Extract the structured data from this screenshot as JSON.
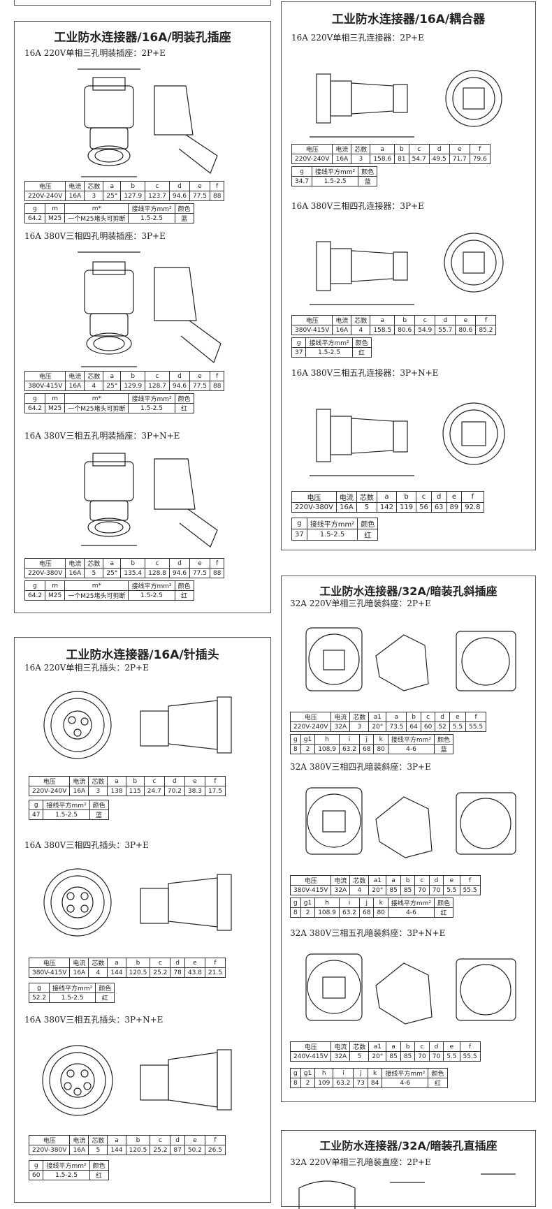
{
  "panels": {
    "p1": {
      "title": "工业防水连接器/16A/明装孔插座",
      "sections": [
        {
          "subtitle": "16A 220V单相三孔明装插座：2P+E",
          "row1": [
            "电压",
            "电流",
            "芯数",
            "a",
            "b",
            "c",
            "d",
            "e",
            "f"
          ],
          "row2": [
            "220V-240V",
            "16A",
            "3",
            "25°",
            "127.9",
            "123.7",
            "94.6",
            "77.5",
            "88"
          ],
          "row3": [
            "g",
            "m",
            "m*",
            "接线平方mm²",
            "颜色"
          ],
          "row4": [
            "64.2",
            "M25",
            "一个M25堵头可剪断",
            "1.5-2.5",
            "蓝"
          ]
        },
        {
          "subtitle": "16A 380V三相四孔明装插座：3P+E",
          "row1": [
            "电压",
            "电流",
            "芯数",
            "a",
            "b",
            "c",
            "d",
            "e",
            "f"
          ],
          "row2": [
            "380V-415V",
            "16A",
            "4",
            "25°",
            "129.9",
            "128.7",
            "94.6",
            "77.5",
            "88"
          ],
          "row3": [
            "g",
            "m",
            "m*",
            "接线平方mm²",
            "颜色"
          ],
          "row4": [
            "64.2",
            "M25",
            "一个M25堵头可剪断",
            "1.5-2.5",
            "红"
          ]
        },
        {
          "subtitle": "16A 380V三相五孔明装插座：3P+N+E",
          "row1": [
            "电压",
            "电流",
            "芯数",
            "a",
            "b",
            "c",
            "d",
            "e",
            "f"
          ],
          "row2": [
            "220V-380V",
            "16A",
            "5",
            "25°",
            "135.4",
            "128.8",
            "94.6",
            "77.5",
            "88"
          ],
          "row3": [
            "g",
            "m",
            "m*",
            "接线平方mm²",
            "颜色"
          ],
          "row4": [
            "64.2",
            "M25",
            "一个M25堵头可剪断",
            "1.5-2.5",
            "红"
          ]
        }
      ]
    },
    "p2": {
      "title": "工业防水连接器/16A/耦合器",
      "sections": [
        {
          "subtitle": "16A 220V单相三孔连接器：2P+E",
          "row1": [
            "电压",
            "电流",
            "芯数",
            "a",
            "b",
            "c",
            "d",
            "e",
            "f"
          ],
          "row2": [
            "220V-240V",
            "16A",
            "3",
            "158.6",
            "81",
            "54.7",
            "49.5",
            "71.7",
            "79.6"
          ],
          "row3": [
            "g",
            "接线平方mm²",
            "颜色"
          ],
          "row4": [
            "34.7",
            "1.5-2.5",
            "蓝"
          ]
        },
        {
          "subtitle": "16A 380V三相四孔连接器：3P+E",
          "row1": [
            "电压",
            "电流",
            "芯数",
            "a",
            "b",
            "c",
            "d",
            "e",
            "f"
          ],
          "row2": [
            "380V-415V",
            "16A",
            "4",
            "158.5",
            "80.6",
            "54.9",
            "55.7",
            "80.6",
            "85.2"
          ],
          "row3": [
            "g",
            "接线平方mm²",
            "颜色"
          ],
          "row4": [
            "37",
            "1.5-2.5",
            "红"
          ]
        },
        {
          "subtitle": "16A 380V三相五孔连接器：3P+N+E",
          "row1": [
            "电压",
            "电流",
            "芯数",
            "a",
            "b",
            "c",
            "d",
            "e",
            "f"
          ],
          "row2": [
            "220V-380V",
            "16A",
            "5",
            "142",
            "119",
            "56",
            "63",
            "89",
            "92.8"
          ],
          "row3": [
            "g",
            "接线平方mm²",
            "颜色"
          ],
          "row4": [
            "37",
            "1.5-2.5",
            "红"
          ]
        }
      ]
    },
    "p3": {
      "title": "工业防水连接器/16A/针插头",
      "sections": [
        {
          "subtitle": "16A 220V单相三孔插头：2P+E",
          "row1": [
            "电压",
            "电流",
            "芯数",
            "a",
            "b",
            "c",
            "d",
            "e",
            "f"
          ],
          "row2": [
            "220V-240V",
            "16A",
            "3",
            "138",
            "115",
            "24.7",
            "70.2",
            "38.3",
            "17.5"
          ],
          "row3": [
            "g",
            "接线平方mm²",
            "颜色"
          ],
          "row4": [
            "47",
            "1.5-2.5",
            "蓝"
          ]
        },
        {
          "subtitle": "16A 380V三相四孔插头：3P+E",
          "row1": [
            "电压",
            "电流",
            "芯数",
            "a",
            "b",
            "c",
            "d",
            "e",
            "f"
          ],
          "row2": [
            "380V-415V",
            "16A",
            "4",
            "144",
            "120.5",
            "25.2",
            "78",
            "43.8",
            "21.5"
          ],
          "row3": [
            "g",
            "接线平方mm²",
            "颜色"
          ],
          "row4": [
            "52.2",
            "1.5-2.5",
            "红"
          ]
        },
        {
          "subtitle": "16A 380V三相五孔插头：3P+N+E",
          "row1": [
            "电压",
            "电流",
            "芯数",
            "a",
            "b",
            "c",
            "d",
            "e",
            "f"
          ],
          "row2": [
            "220V-380V",
            "16A",
            "5",
            "144",
            "120.5",
            "25.2",
            "87",
            "50.2",
            "26.5"
          ],
          "row3": [
            "g",
            "接线平方mm²",
            "颜色"
          ],
          "row4": [
            "60",
            "1.5-2.5",
            "红"
          ]
        }
      ]
    },
    "p4": {
      "title": "工业防水连接器/32A/暗装孔斜插座",
      "sections": [
        {
          "subtitle": "32A 220V单相三孔暗装斜座：2P+E",
          "row1": [
            "电压",
            "电流",
            "芯数",
            "a1",
            "a",
            "b",
            "c",
            "d",
            "e",
            "f"
          ],
          "row2": [
            "220V-240V",
            "32A",
            "3",
            "20°",
            "73.5",
            "64",
            "60",
            "52",
            "5.5",
            "55.5"
          ],
          "row3": [
            "g",
            "g1",
            "h",
            "i",
            "j",
            "k",
            "接线平方mm²",
            "颜色"
          ],
          "row4": [
            "8",
            "2",
            "108.9",
            "63.2",
            "68",
            "80",
            "4-6",
            "蓝"
          ]
        },
        {
          "subtitle": "32A 380V三相四孔暗装斜座：3P+E",
          "row1": [
            "电压",
            "电流",
            "芯数",
            "a1",
            "a",
            "b",
            "c",
            "d",
            "e",
            "f"
          ],
          "row2": [
            "380V-415V",
            "32A",
            "4",
            "20°",
            "85",
            "85",
            "70",
            "70",
            "5.5",
            "55.5"
          ],
          "row3": [
            "g",
            "g1",
            "h",
            "i",
            "j",
            "k",
            "接线平方mm²",
            "颜色"
          ],
          "row4": [
            "8",
            "2",
            "108.9",
            "63.2",
            "68",
            "80",
            "4-6",
            "红"
          ]
        },
        {
          "subtitle": "32A 380V三相五孔暗装斜座：3P+N+E",
          "row1": [
            "电压",
            "电流",
            "芯数",
            "a1",
            "a",
            "b",
            "c",
            "d",
            "e",
            "f"
          ],
          "row2": [
            "240V-415V",
            "32A",
            "5",
            "20°",
            "85",
            "85",
            "70",
            "70",
            "5.5",
            "55.5"
          ],
          "row3": [
            "g",
            "g1",
            "h",
            "i",
            "j",
            "k",
            "接线平方mm²",
            "颜色"
          ],
          "row4": [
            "8",
            "2",
            "109",
            "63.2",
            "73",
            "84",
            "4-6",
            "红"
          ]
        }
      ]
    },
    "p5": {
      "title": "工业防水连接器/32A/暗装孔直插座",
      "sections": [
        {
          "subtitle": "32A 220V单相三孔暗装直座：2P+E"
        }
      ]
    }
  },
  "dim_letters": [
    "a",
    "b",
    "c",
    "d",
    "e",
    "f",
    "g",
    "g1",
    "h",
    "i",
    "j",
    "k",
    "m",
    "m*"
  ]
}
